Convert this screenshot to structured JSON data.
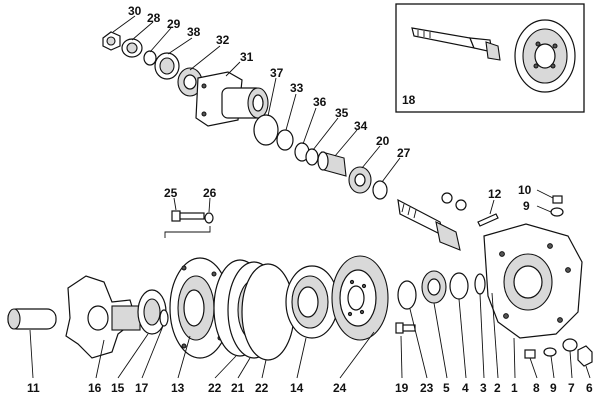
{
  "inset": {
    "label": "18"
  },
  "callouts": [
    {
      "id": "30",
      "label": "30"
    },
    {
      "id": "28",
      "label": "28"
    },
    {
      "id": "29",
      "label": "29"
    },
    {
      "id": "38",
      "label": "38"
    },
    {
      "id": "32",
      "label": "32"
    },
    {
      "id": "31",
      "label": "31"
    },
    {
      "id": "37",
      "label": "37"
    },
    {
      "id": "33",
      "label": "33"
    },
    {
      "id": "36",
      "label": "36"
    },
    {
      "id": "35",
      "label": "35"
    },
    {
      "id": "34",
      "label": "34"
    },
    {
      "id": "20",
      "label": "20"
    },
    {
      "id": "27",
      "label": "27"
    },
    {
      "id": "25",
      "label": "25"
    },
    {
      "id": "26",
      "label": "26"
    },
    {
      "id": "12",
      "label": "12"
    },
    {
      "id": "10",
      "label": "10"
    },
    {
      "id": "9a",
      "label": "9"
    },
    {
      "id": "11",
      "label": "11"
    },
    {
      "id": "16",
      "label": "16"
    },
    {
      "id": "15",
      "label": "15"
    },
    {
      "id": "17",
      "label": "17"
    },
    {
      "id": "13",
      "label": "13"
    },
    {
      "id": "22a",
      "label": "22"
    },
    {
      "id": "21",
      "label": "21"
    },
    {
      "id": "22b",
      "label": "22"
    },
    {
      "id": "14",
      "label": "14"
    },
    {
      "id": "24",
      "label": "24"
    },
    {
      "id": "19",
      "label": "19"
    },
    {
      "id": "23",
      "label": "23"
    },
    {
      "id": "5",
      "label": "5"
    },
    {
      "id": "4",
      "label": "4"
    },
    {
      "id": "3",
      "label": "3"
    },
    {
      "id": "2",
      "label": "2"
    },
    {
      "id": "1",
      "label": "1"
    },
    {
      "id": "8",
      "label": "8"
    },
    {
      "id": "9b",
      "label": "9"
    },
    {
      "id": "7",
      "label": "7"
    },
    {
      "id": "6",
      "label": "6"
    }
  ]
}
